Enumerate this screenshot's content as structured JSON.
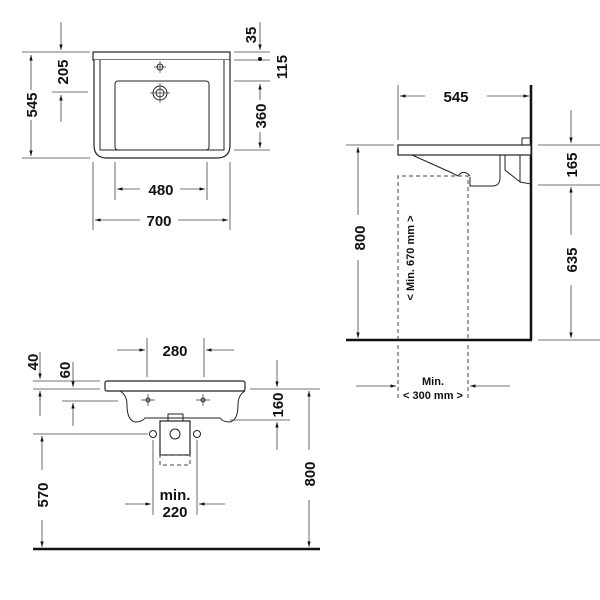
{
  "top_view": {
    "dims": {
      "overall_depth": "545",
      "tap_hole_offset": "205",
      "rim_thickness": "35",
      "overflow_offset": "115",
      "bowl_depth": "360",
      "bowl_width": "480",
      "overall_width": "700"
    }
  },
  "side_view": {
    "dims": {
      "depth": "545",
      "mount_height": "800",
      "bowl_height": "165",
      "trap_height": "635",
      "min_clearance_height": "< Min. 670 mm >",
      "min_clearance_width_label": "Min.",
      "min_clearance_width": "< 300 mm >"
    }
  },
  "front_view": {
    "dims": {
      "tap_spacing": "280",
      "rim": "40",
      "tap_offset": "60",
      "bowl_height": "160",
      "supply_height": "570",
      "mount_height": "800",
      "supply_spacing_label": "min.",
      "supply_spacing": "220"
    }
  }
}
